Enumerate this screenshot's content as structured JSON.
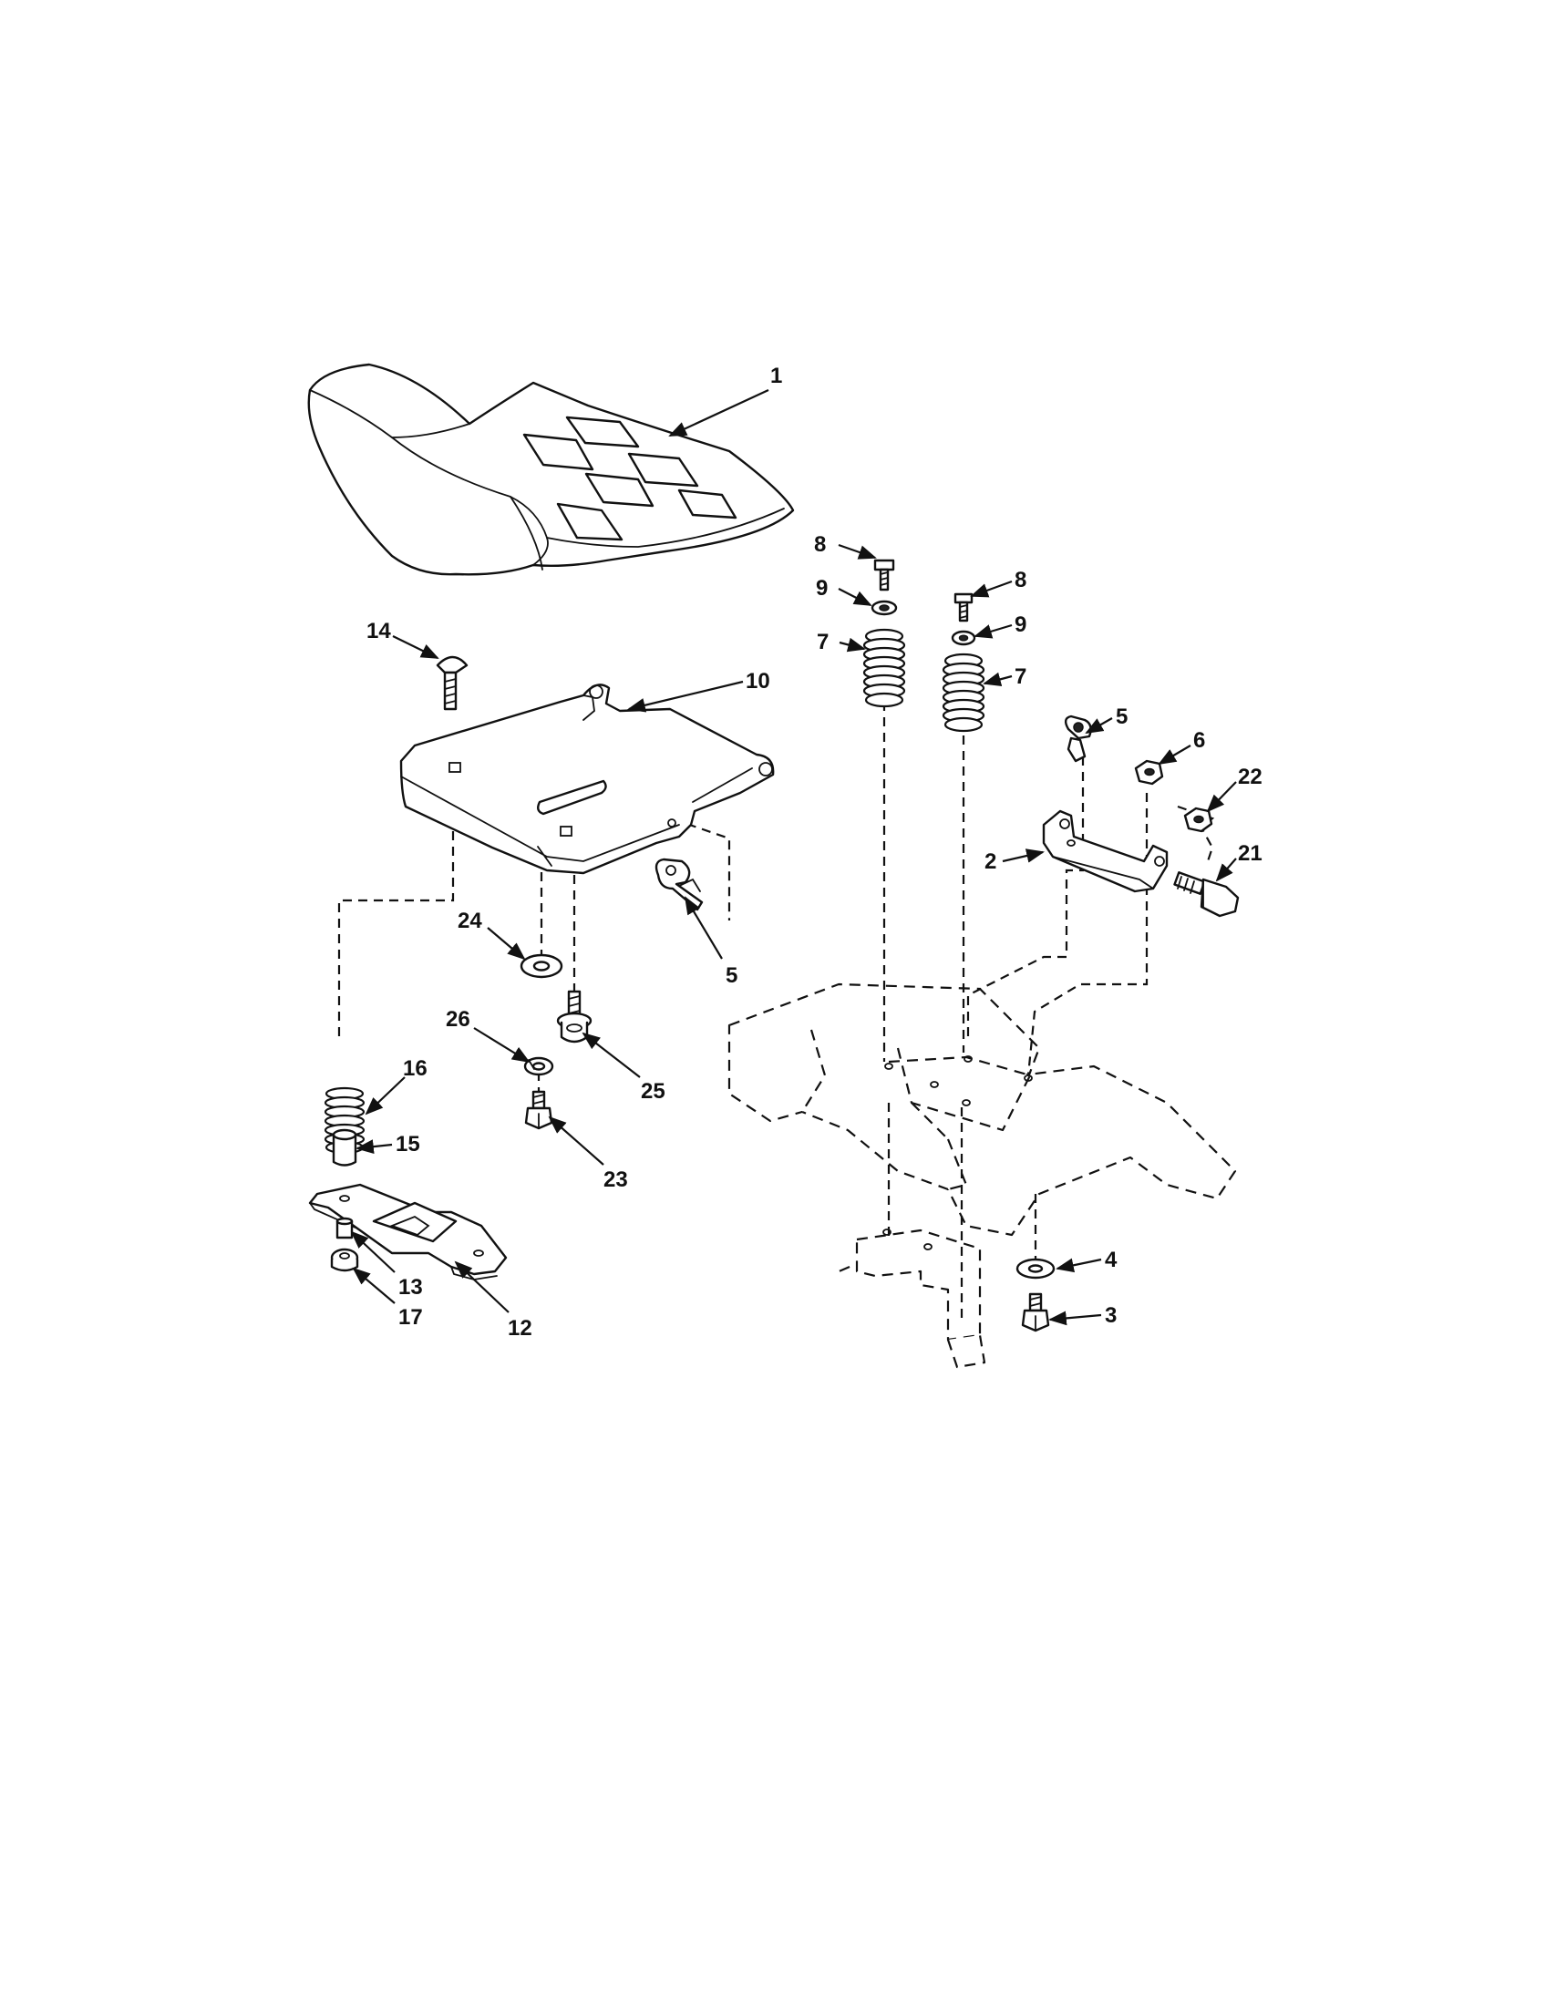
{
  "diagram": {
    "callouts": {
      "c1": "1",
      "c2": "2",
      "c3": "3",
      "c4": "4",
      "c5a": "5",
      "c5b": "5",
      "c6": "6",
      "c7a": "7",
      "c7b": "7",
      "c8a": "8",
      "c8b": "8",
      "c9a": "9",
      "c9b": "9",
      "c10": "10",
      "c12": "12",
      "c13": "13",
      "c14": "14",
      "c15": "15",
      "c16": "16",
      "c17": "17",
      "c21": "21",
      "c22": "22",
      "c23": "23",
      "c24": "24",
      "c25": "25",
      "c26": "26"
    }
  }
}
